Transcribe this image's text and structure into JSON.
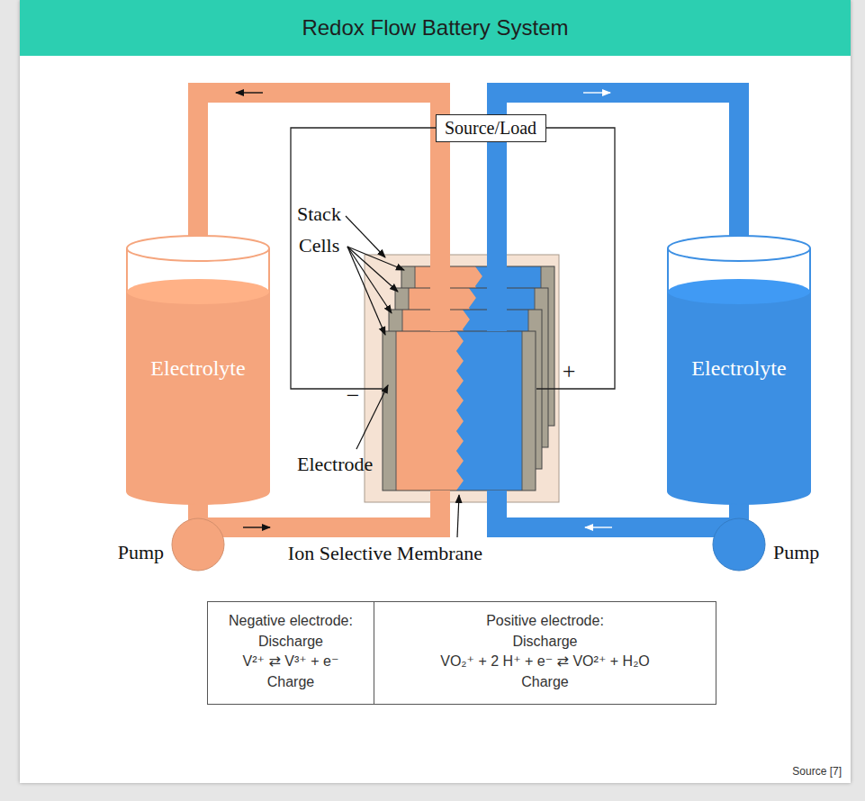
{
  "diagram": {
    "title": "Redox Flow Battery System",
    "caption": "Source [7]",
    "nodes": [
      {
        "text": [
          "Source/Load"
        ]
      },
      {
        "text": [
          "Electrolyte"
        ]
      },
      {
        "text": [
          "Electrolyte"
        ]
      },
      {
        "text": [
          "Pump"
        ]
      },
      {
        "text": [
          "Pump"
        ]
      },
      {
        "text": [
          "Negative electrode:",
          "Discharge",
          "V²⁺ ⇄ V³⁺ + e⁻",
          "Charge"
        ]
      },
      {
        "text": [
          "Positive electrode:",
          "Discharge",
          "VO₂⁺ + 2 H⁺ + e⁻ ⇄ VO²⁺ + H₂O",
          "Charge"
        ]
      }
    ],
    "edges": [
      {
        "from": 1,
        "to": 3,
        "arrow": "none"
      },
      {
        "from": 2,
        "to": 4,
        "arrow": "none"
      }
    ],
    "labels": [
      "Stack",
      "Cells",
      "Electrode",
      "Ion Selective Membrane",
      "−",
      "+"
    ]
  }
}
